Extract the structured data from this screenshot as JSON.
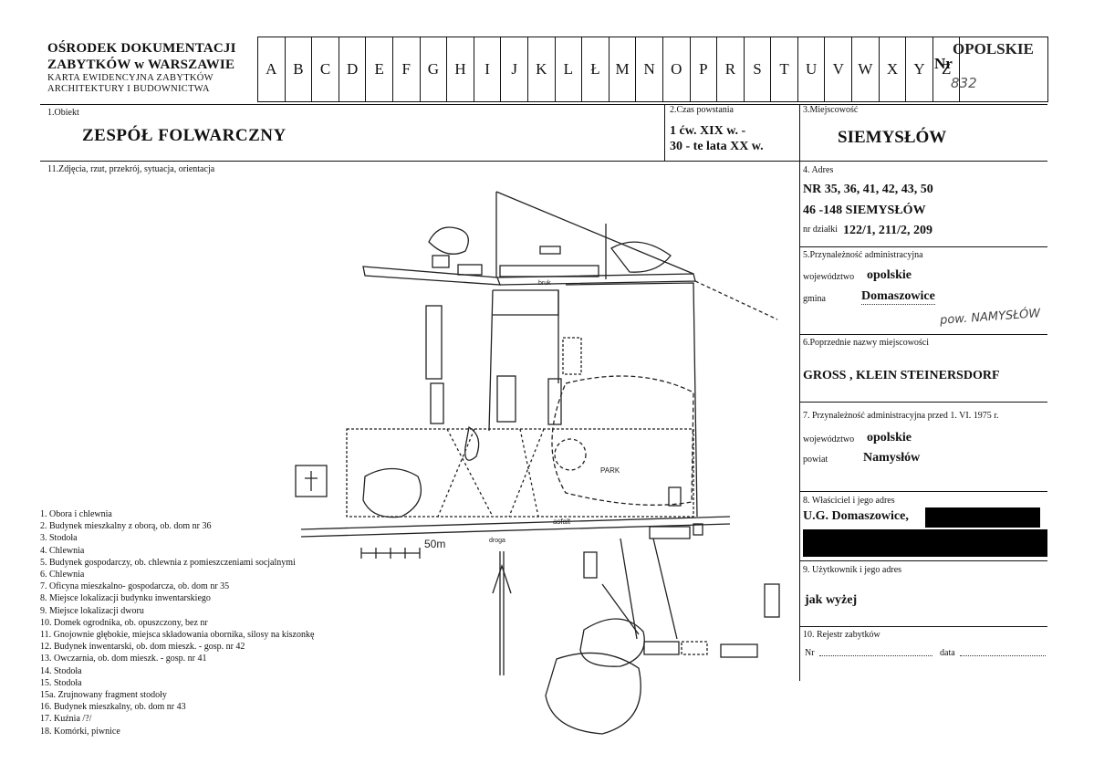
{
  "header": {
    "institution": "OŚRODEK DOKUMENTACJI",
    "institution2": "ZABYTKÓW w WARSZAWIE",
    "card_line1": "KARTA EWIDENCYJNA ZABYTKÓW",
    "card_line2": "ARCHITEKTURY I BUDOWNICTWA",
    "letters": [
      "A",
      "B",
      "C",
      "D",
      "E",
      "F",
      "G",
      "H",
      "I",
      "J",
      "K",
      "L",
      "Ł",
      "M",
      "N",
      "O",
      "P",
      "R",
      "S",
      "T",
      "U",
      "V",
      "W",
      "X",
      "Y",
      "Z"
    ],
    "nr_label": "Nr",
    "region": "OPOLSKIE",
    "number": "832"
  },
  "object": {
    "label": "1.Obiekt",
    "value": "ZESPÓŁ FOLWARCZNY"
  },
  "period": {
    "label": "2.Czas powstania",
    "line1": "1 ćw. XIX w. -",
    "line2": "30 - te lata XX w."
  },
  "locality": {
    "label": "3.Miejscowość",
    "value": "SIEMYSŁÓW"
  },
  "photos": {
    "label": "11.Zdjęcia, rzut, przekrój, sytuacja, orientacja"
  },
  "address": {
    "label": "4. Adres",
    "line1": "NR 35, 36, 41, 42, 43, 50",
    "line2": "46 -148 SIEMYSŁÓW",
    "plots_label": "nr działki",
    "plots_value": "122/1, 211/2, 209"
  },
  "admin": {
    "label": "5.Przynależność administracyjna",
    "voiv_label": "województwo",
    "voiv_value": "opolskie",
    "gmina_label": "gmina",
    "gmina_value": "Domaszowice",
    "note": "pow. NAMYSŁÓW"
  },
  "former_names": {
    "label": "6.Poprzednie nazwy miejscowości",
    "value": "GROSS , KLEIN STEINERSDORF"
  },
  "admin_1975": {
    "label": "7. Przynależność administracyjna przed 1. VI. 1975 r.",
    "voiv_label": "województwo",
    "voiv_value": "opolskie",
    "powiat_label": "powiat",
    "powiat_value": "Namysłów"
  },
  "owner": {
    "label": "8. Właściciel i jego adres",
    "value": "U.G. Domaszowice,"
  },
  "user": {
    "label": "9. Użytkownik i jego adres",
    "value": "jak wyżej"
  },
  "register": {
    "label": "10. Rejestr zabytków",
    "nr_label": "Nr",
    "date_label": "data"
  },
  "map_labels": {
    "scale": "50m",
    "park": "PARK",
    "asfalt": "asfalt",
    "droga": "droga",
    "bruk": "bruk"
  },
  "legend": [
    "1. Obora i chlewnia",
    "2. Budynek mieszkalny z oborą, ob. dom nr 36",
    "3. Stodoła",
    "4. Chlewnia",
    "5. Budynek gospodarczy, ob. chlewnia z pomieszczeniami socjalnymi",
    "6. Chlewnia",
    "7. Oficyna mieszkalno- gospodarcza, ob. dom nr 35",
    "8. Miejsce lokalizacji budynku inwentarskiego",
    "9.  Miejsce lokalizacji dworu",
    "10. Domek ogrodnika, ob. opuszczony, bez nr",
    "11. Gnojownie głębokie, miejsca składowania obornika, silosy na kiszonkę",
    "12. Budynek inwentarski, ob. dom mieszk. - gosp. nr 42",
    "13. Owczarnia, ob. dom mieszk. - gosp. nr 41",
    "14. Stodoła",
    "15. Stodoła",
    "15a. Zrujnowany fragment stodoły",
    "16. Budynek mieszkalny, ob. dom nr 43",
    "17. Kuźnia /?/",
    "18. Komórki, piwnice"
  ]
}
